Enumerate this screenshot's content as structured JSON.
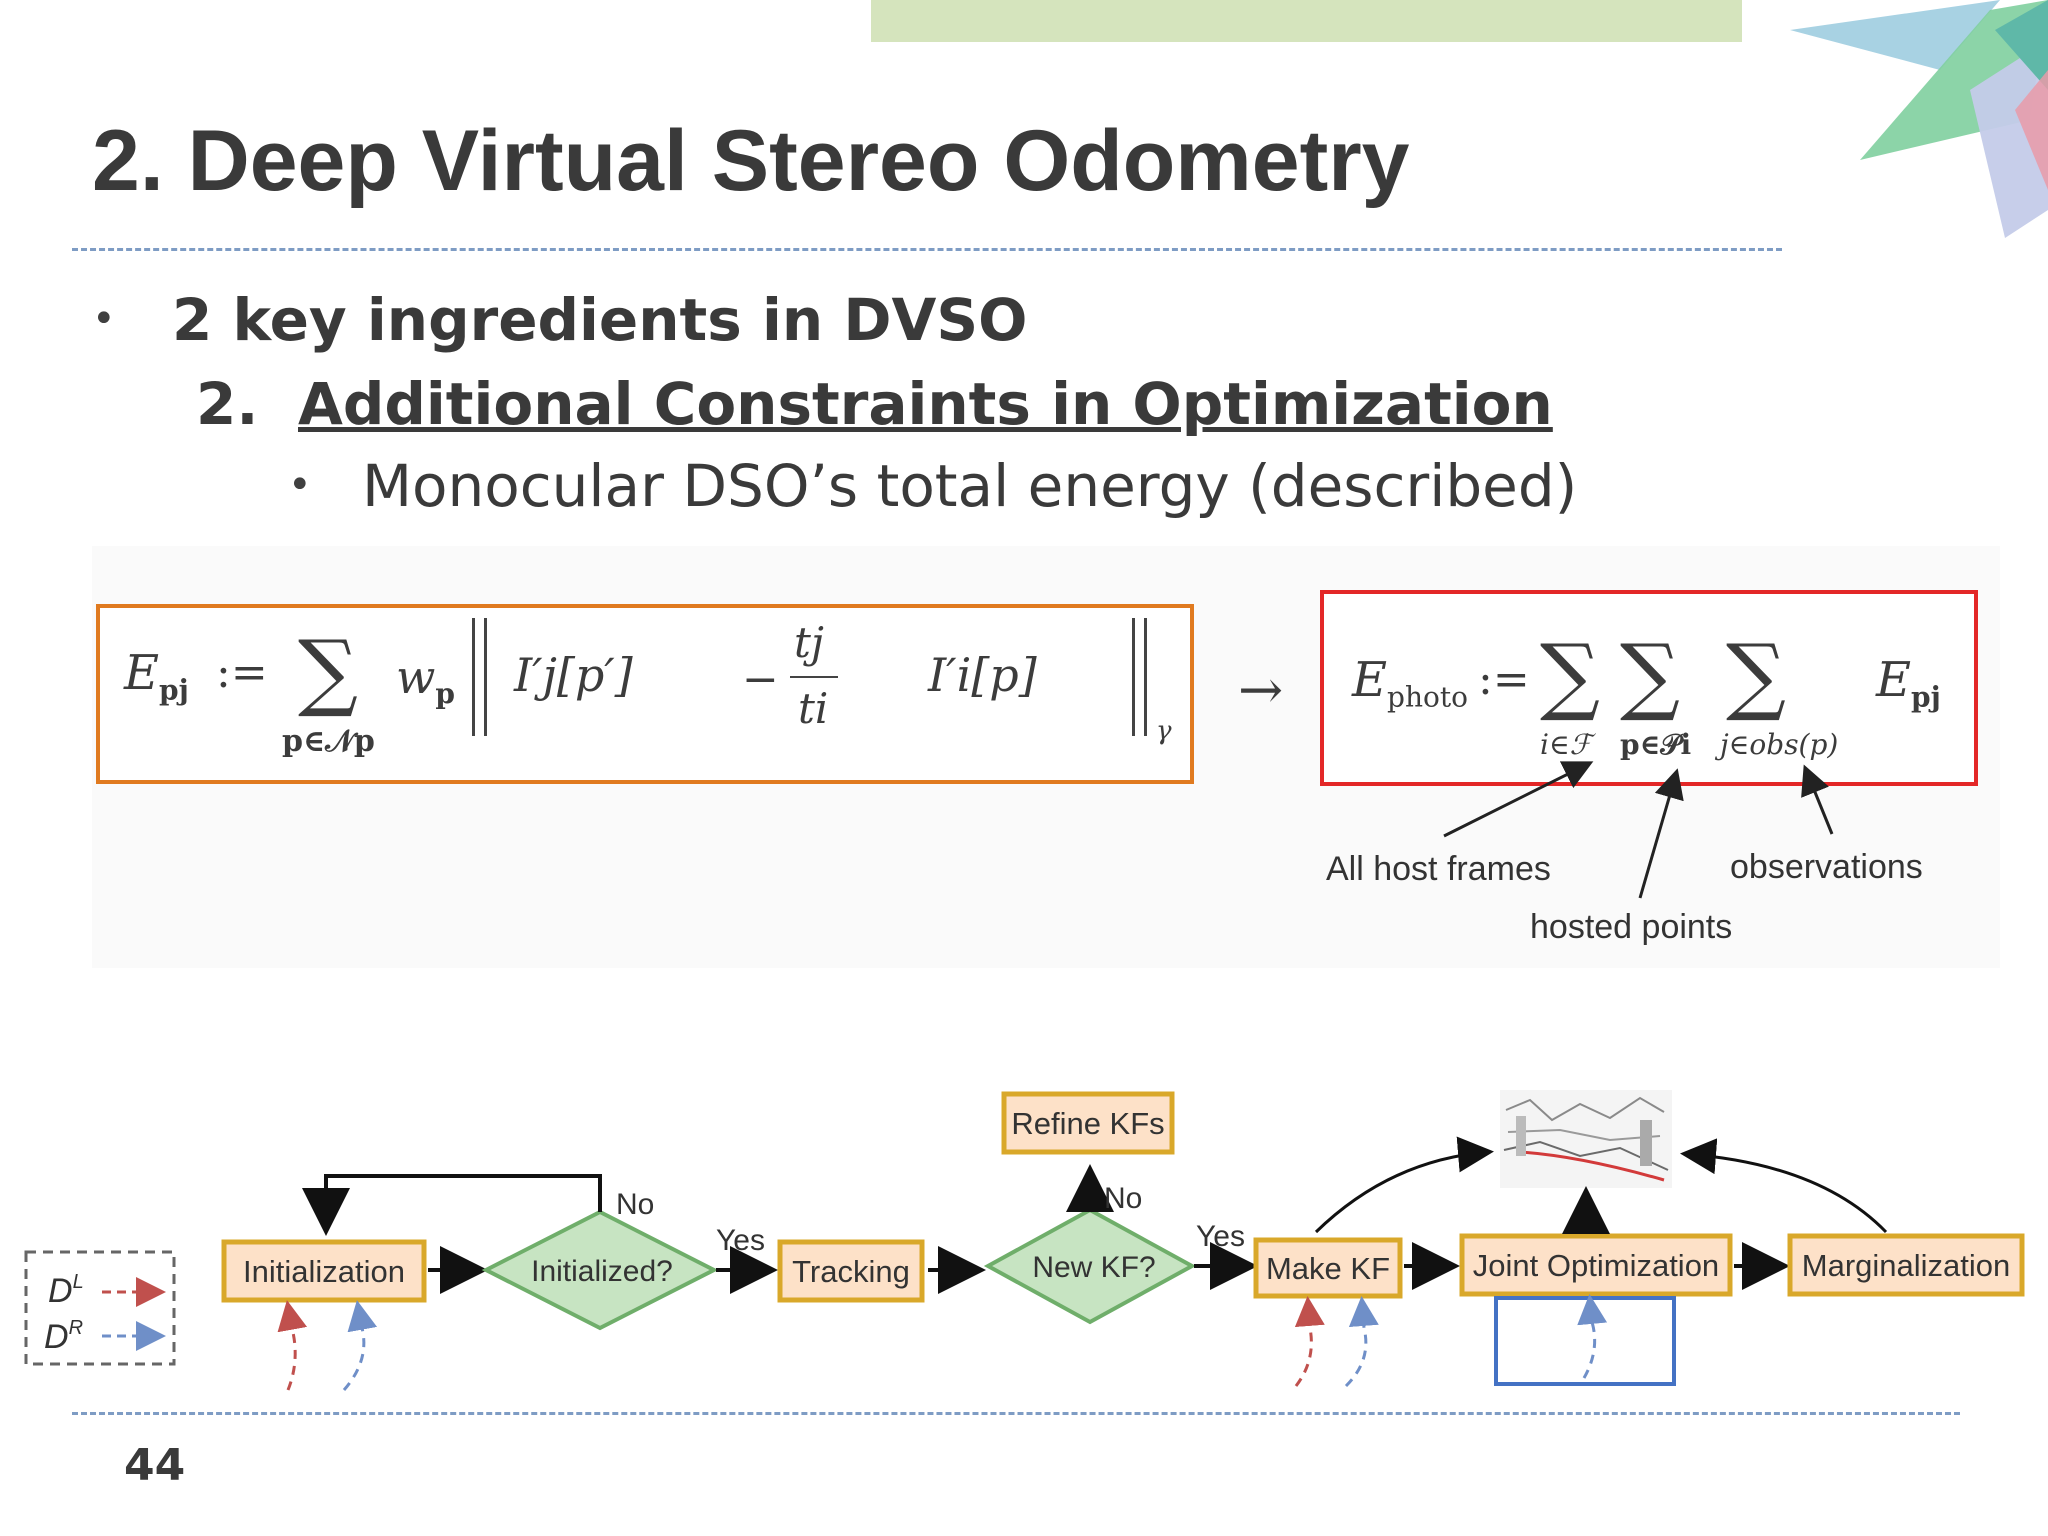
{
  "slide": {
    "title": "2. Deep Virtual Stereo Odometry",
    "bullet1": "2 key ingredients in DVSO",
    "bullet2_number": "2.",
    "bullet2": "Additional Constraints in Optimization",
    "bullet3": "Monocular DSO’s total energy (described)",
    "page_number": "44"
  },
  "equation1": {
    "lhs": "E",
    "lhs_sub": "pj",
    "assign": ":=",
    "sum_symbol": "∑",
    "sum_sub": "p∈𝒩p",
    "weight": "w",
    "weight_sub": "p",
    "term1": "I′j[p′]",
    "minus": "−",
    "frac_num": "tj",
    "frac_den": "ti",
    "term2": "I′i[p]",
    "norm_sub": "γ"
  },
  "arrow": "→",
  "equation2": {
    "lhs": "E",
    "lhs_sub": "photo",
    "assign": ":=",
    "sum1_sub": "i∈ℱ",
    "sum2_sub": "p∈𝒫i",
    "sum3_sub": "j∈obs(p)",
    "rhs": "E",
    "rhs_sub": "pj"
  },
  "annotations": {
    "host_frames": "All host frames",
    "hosted_points": "hosted points",
    "observations": "observations"
  },
  "flowchart": {
    "input_left": "D",
    "input_left_sup": "L",
    "input_right": "D",
    "input_right_sup": "R",
    "initialization": "Initialization",
    "initialized_q": "Initialized?",
    "no1": "No",
    "yes1": "Yes",
    "tracking": "Tracking",
    "new_kf_q": "New KF?",
    "no2": "No",
    "refine_kfs": "Refine KFs",
    "yes2": "Yes",
    "make_kf": "Make KF",
    "joint_optimization": "Joint Optimization",
    "marginalization": "Marginalization"
  },
  "colors": {
    "orange_box": "#e07a1f",
    "red_box": "#e32727",
    "blue_box": "#4472c4",
    "node_fill": "#fde1c8",
    "node_border": "#d9a82a",
    "diamond_fill": "#c7e4c2",
    "diamond_border": "#6fae6a",
    "left_arrow": "#c0504d",
    "right_arrow": "#6f8fc8"
  }
}
